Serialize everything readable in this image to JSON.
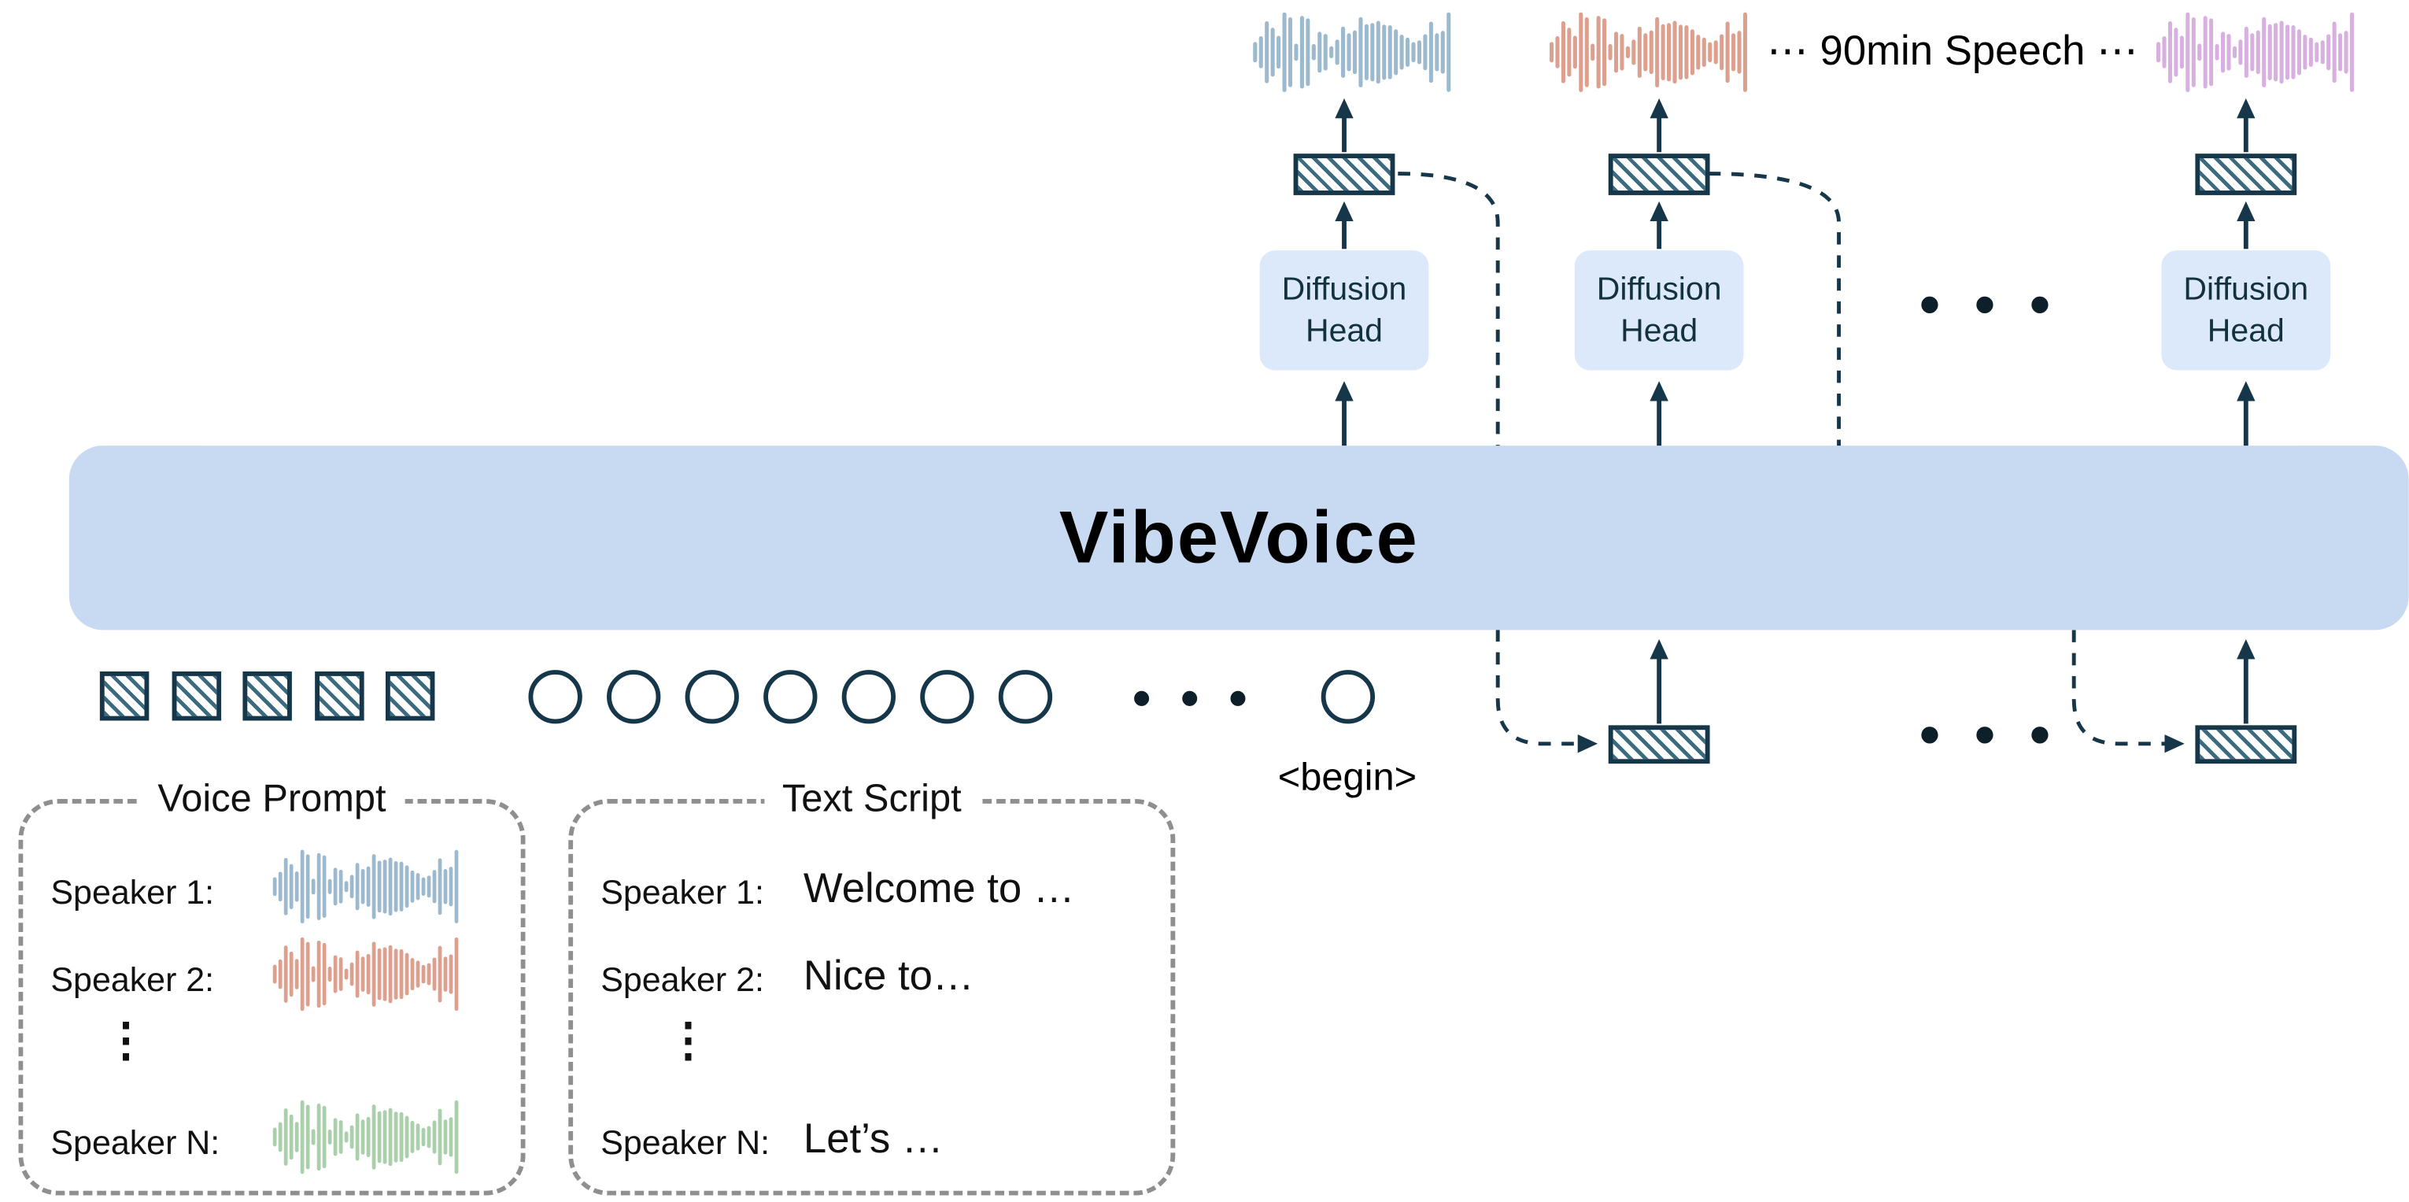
{
  "colors": {
    "wave_blue": "#9db9ce",
    "wave_salmon": "#dda08e",
    "wave_purple": "#d8b0e0",
    "wave_green": "#a9cfab",
    "arrow": "#16364a",
    "bar_bg": "#c8daf1",
    "head_bg": "#dce9fb",
    "panel_border": "#8f8f8f"
  },
  "top": {
    "speech_label": "⋯  90min Speech  ⋯",
    "heads_ellipsis": "• • •",
    "diffusion_head": {
      "line1": "Diffusion",
      "line2": "Head"
    },
    "waves": [
      "wave_blue",
      "wave_salmon",
      "wave_purple"
    ]
  },
  "model": {
    "title": "VibeVoice"
  },
  "input_row": {
    "ellipsis": "• • •",
    "begin_label": "<begin>"
  },
  "output_row": {
    "ellipsis": "• • •"
  },
  "voice_prompt": {
    "title": "Voice Prompt",
    "vdots": "⋮",
    "rows": [
      {
        "label": "Speaker 1:",
        "wave": "wave_blue"
      },
      {
        "label": "Speaker 2:",
        "wave": "wave_salmon"
      },
      {
        "label": "Speaker N:",
        "wave": "wave_green"
      }
    ]
  },
  "text_script": {
    "title": "Text Script",
    "vdots": "⋮",
    "rows": [
      {
        "label": "Speaker 1:",
        "text": "Welcome to …"
      },
      {
        "label": "Speaker 2:",
        "text": "Nice to…"
      },
      {
        "label": "Speaker N:",
        "text": "Let’s …"
      }
    ]
  }
}
